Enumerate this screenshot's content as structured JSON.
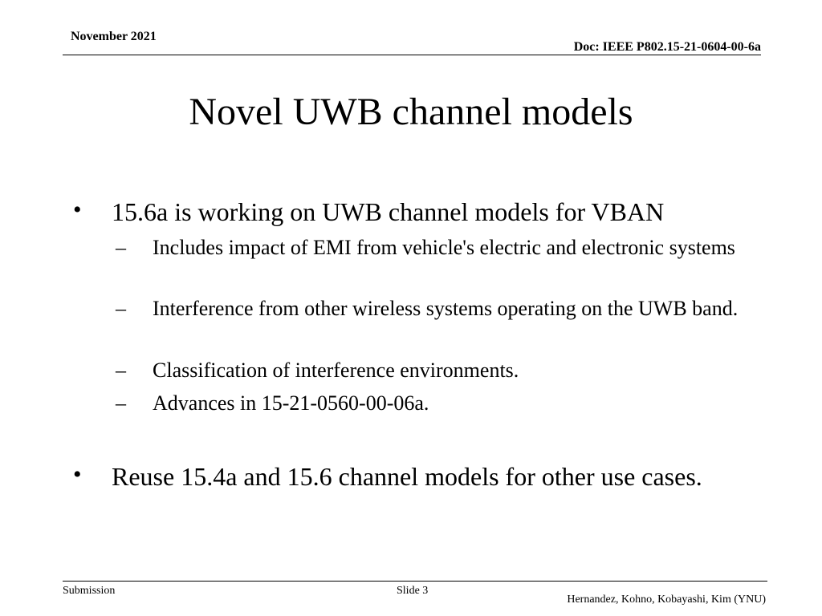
{
  "header": {
    "date": "November 2021",
    "doc_id": "Doc: IEEE P802.15-21-0604-00-6a"
  },
  "slide": {
    "title": "Novel UWB channel models",
    "bullets": [
      {
        "text": "15.6a is working on UWB channel models for VBAN",
        "subitems": [
          "Includes impact of EMI from vehicle's electric and electronic systems",
          "Interference from other wireless systems operating on the UWB band.",
          "Classification of interference environments.",
          "Advances in 15-21-0560-00-06a."
        ]
      },
      {
        "text": "Reuse 15.4a and 15.6 channel models for other use cases."
      }
    ],
    "bullet_glyph": "•",
    "dash_glyph": "–"
  },
  "footer": {
    "left": "Submission",
    "center": "Slide 3",
    "right": "Hernandez, Kohno, Kobayashi, Kim (YNU)"
  }
}
